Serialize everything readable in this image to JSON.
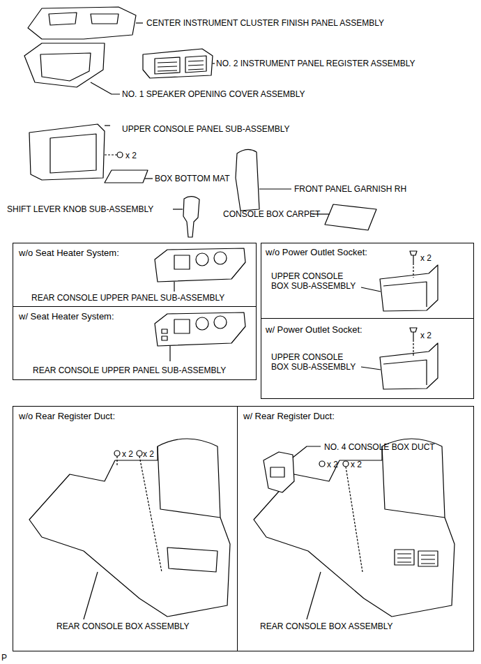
{
  "diagram": {
    "nodes": [
      {
        "text": [
          "w/o Seat Heater System:",
          "REAR CONSOLE UPPER PANEL SUB-ASSEMBLY"
        ]
      },
      {
        "text": [
          "w/ Seat Heater System:",
          "REAR CONSOLE UPPER PANEL SUB-ASSEMBLY"
        ]
      },
      {
        "text": [
          "w/o Power Outlet Socket:",
          "x 2",
          "UPPER CONSOLE BOX SUB-ASSEMBLY"
        ]
      },
      {
        "text": [
          "w/ Power Outlet Socket:",
          "x 2",
          "UPPER CONSOLE BOX SUB-ASSEMBLY"
        ]
      },
      {
        "text": [
          "w/o Rear Register Duct:",
          "x 2",
          "x 2",
          "REAR CONSOLE BOX ASSEMBLY"
        ]
      },
      {
        "text": [
          "w/ Rear Register Duct:",
          "NO. 4 CONSOLE BOX DUCT",
          "x 2",
          "x 2",
          "REAR CONSOLE BOX ASSEMBLY"
        ]
      }
    ],
    "labels": [
      "CENTER INSTRUMENT CLUSTER FINISH PANEL ASSEMBLY",
      "NO. 2 INSTRUMENT PANEL REGISTER ASSEMBLY",
      "NO. 1 SPEAKER OPENING COVER ASSEMBLY",
      "UPPER CONSOLE PANEL SUB-ASSEMBLY",
      "x 2",
      "BOX BOTTOM MAT",
      "FRONT PANEL GARNISH RH",
      "SHIFT LEVER KNOB SUB-ASSEMBLY",
      "CONSOLE BOX CARPET",
      "P"
    ]
  }
}
